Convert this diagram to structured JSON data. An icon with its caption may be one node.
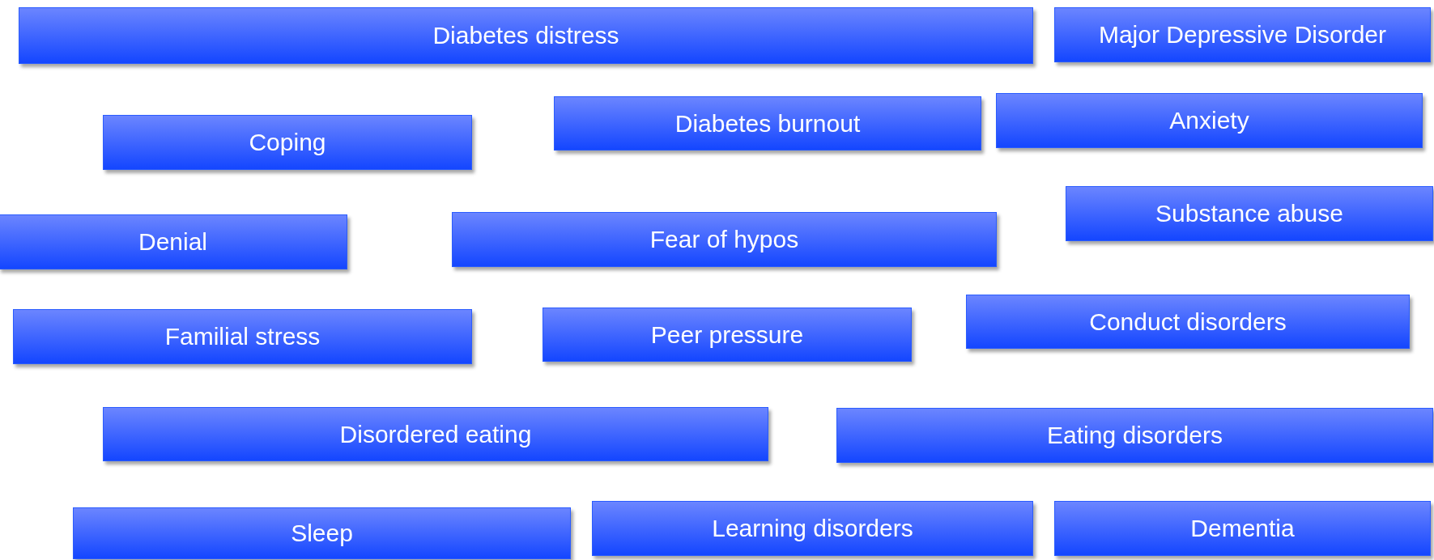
{
  "diagram": {
    "nodes": [
      {
        "text": [
          "Diabetes distress"
        ]
      },
      {
        "text": [
          "Major Depressive Disorder"
        ]
      },
      {
        "text": [
          "Coping"
        ]
      },
      {
        "text": [
          "Diabetes burnout"
        ]
      },
      {
        "text": [
          "Anxiety"
        ]
      },
      {
        "text": [
          "Denial"
        ]
      },
      {
        "text": [
          "Fear of hypos"
        ]
      },
      {
        "text": [
          "Substance abuse"
        ]
      },
      {
        "text": [
          "Familial stress"
        ]
      },
      {
        "text": [
          "Peer pressure"
        ]
      },
      {
        "text": [
          "Conduct disorders"
        ]
      },
      {
        "text": [
          "Disordered eating"
        ]
      },
      {
        "text": [
          "Eating disorders"
        ]
      },
      {
        "text": [
          "Sleep"
        ]
      },
      {
        "text": [
          "Learning disorders"
        ]
      },
      {
        "text": [
          "Dementia"
        ]
      }
    ]
  }
}
